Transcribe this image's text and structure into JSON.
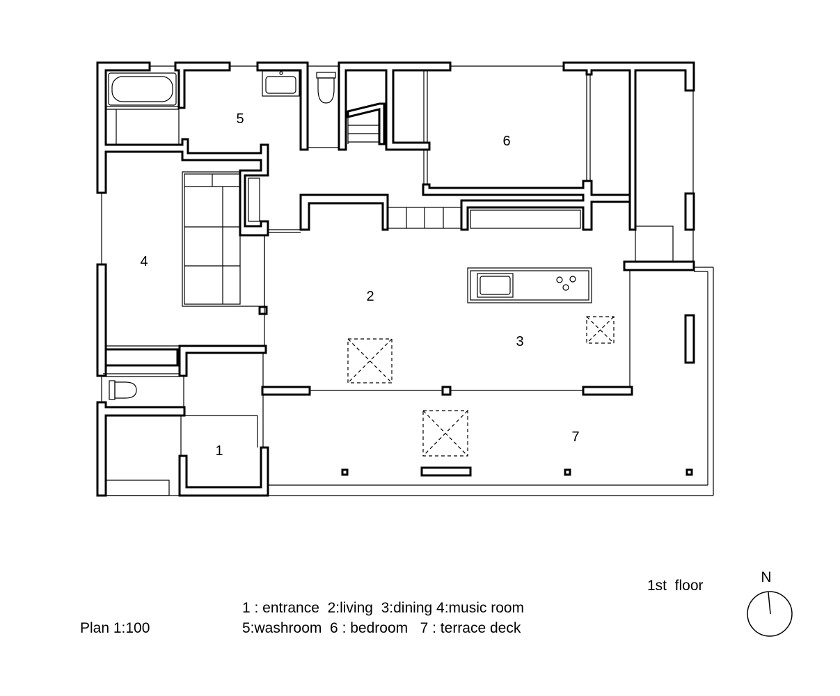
{
  "sheet": {
    "floor_title": "1st  floor",
    "scale": "Plan 1:100",
    "north": "N"
  },
  "legend": {
    "line_1": "1 : entrance  2:living  3:dining 4:music room",
    "line_2": "5:washroom  6 : bedroom   7 : terrace deck"
  },
  "room_numbers": {
    "entrance": "1",
    "living": "2",
    "dining": "3",
    "music_room": "4",
    "washroom": "5",
    "bedroom": "6",
    "terrace_deck": "7"
  },
  "colors": {
    "ink": "#000000",
    "paper": "#ffffff"
  }
}
